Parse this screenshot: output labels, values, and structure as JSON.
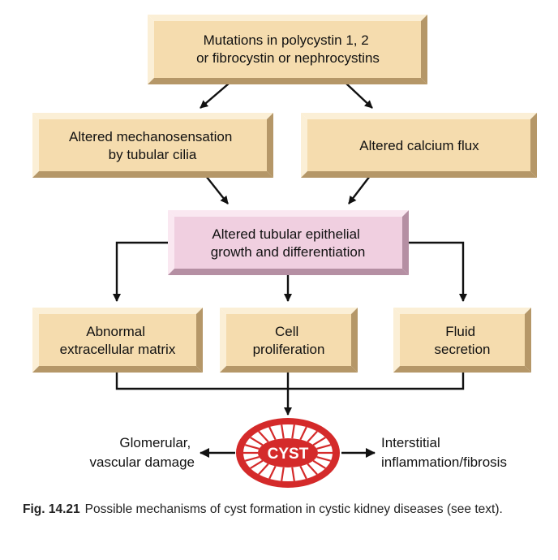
{
  "boxes": {
    "mutations": {
      "lines": [
        "Mutations in polycystin 1, 2",
        "or fibrocystin or nephrocystins"
      ]
    },
    "mechanosensation": {
      "lines": [
        "Altered mechanosensation",
        "by tubular cilia"
      ]
    },
    "calcium": {
      "lines": [
        "Altered calcium flux"
      ]
    },
    "epithelial": {
      "lines": [
        "Altered tubular epithelial",
        "growth and differentiation"
      ]
    },
    "matrix": {
      "lines": [
        "Abnormal",
        "extracellular matrix"
      ]
    },
    "proliferation": {
      "lines": [
        "Cell",
        "proliferation"
      ]
    },
    "secretion": {
      "lines": [
        "Fluid",
        "secretion"
      ]
    }
  },
  "cyst": {
    "label": "CYST"
  },
  "outcomes": {
    "left": {
      "lines": [
        "Glomerular,",
        "vascular damage"
      ]
    },
    "right": {
      "lines": [
        "Interstitial",
        "inflammation/fibrosis"
      ]
    }
  },
  "caption": {
    "figure_label": "Fig. 14.21",
    "text": "Possible mechanisms of cyst formation in cystic kidney diseases (see text)."
  },
  "colors": {
    "box_fill": "#f5dcae",
    "box_bevel_light": "#fbefd6",
    "box_bevel_dark": "#b59768",
    "pink_fill": "#f0cfe0",
    "pink_bevel_light": "#fae8f1",
    "pink_bevel_dark": "#b58fa3",
    "cyst_red": "#d42a2a",
    "line": "#111111"
  }
}
